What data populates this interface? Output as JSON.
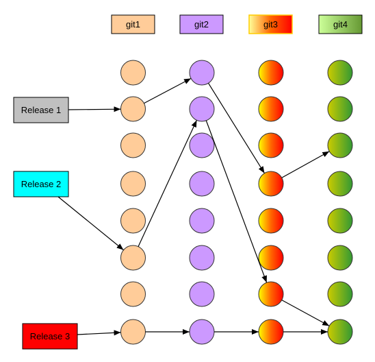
{
  "headers": [
    {
      "label": "git1",
      "fill": "#ffcc99"
    },
    {
      "label": "git2",
      "fill": "#cc99ff"
    },
    {
      "label": "git3",
      "gradient": [
        "#ffff99",
        "#ff6600",
        "#ff0000"
      ]
    },
    {
      "label": "git4",
      "gradient": [
        "#ccff99",
        "#669933"
      ]
    }
  ],
  "releases": [
    {
      "label": "Release 1",
      "fill": "#c0c0c0"
    },
    {
      "label": "Release 2",
      "fill": "#00ffff"
    },
    {
      "label": "Release 3",
      "fill": "#ff0000"
    }
  ],
  "node_colors": {
    "git1": "#ffcc99",
    "git2": "#cc99ff",
    "git3": [
      "#ffff00",
      "#ff6600",
      "#ff0000"
    ],
    "git4": [
      "#cccc00",
      "#339933"
    ],
    "stroke": "#333333"
  },
  "arrow_color": "#000000"
}
